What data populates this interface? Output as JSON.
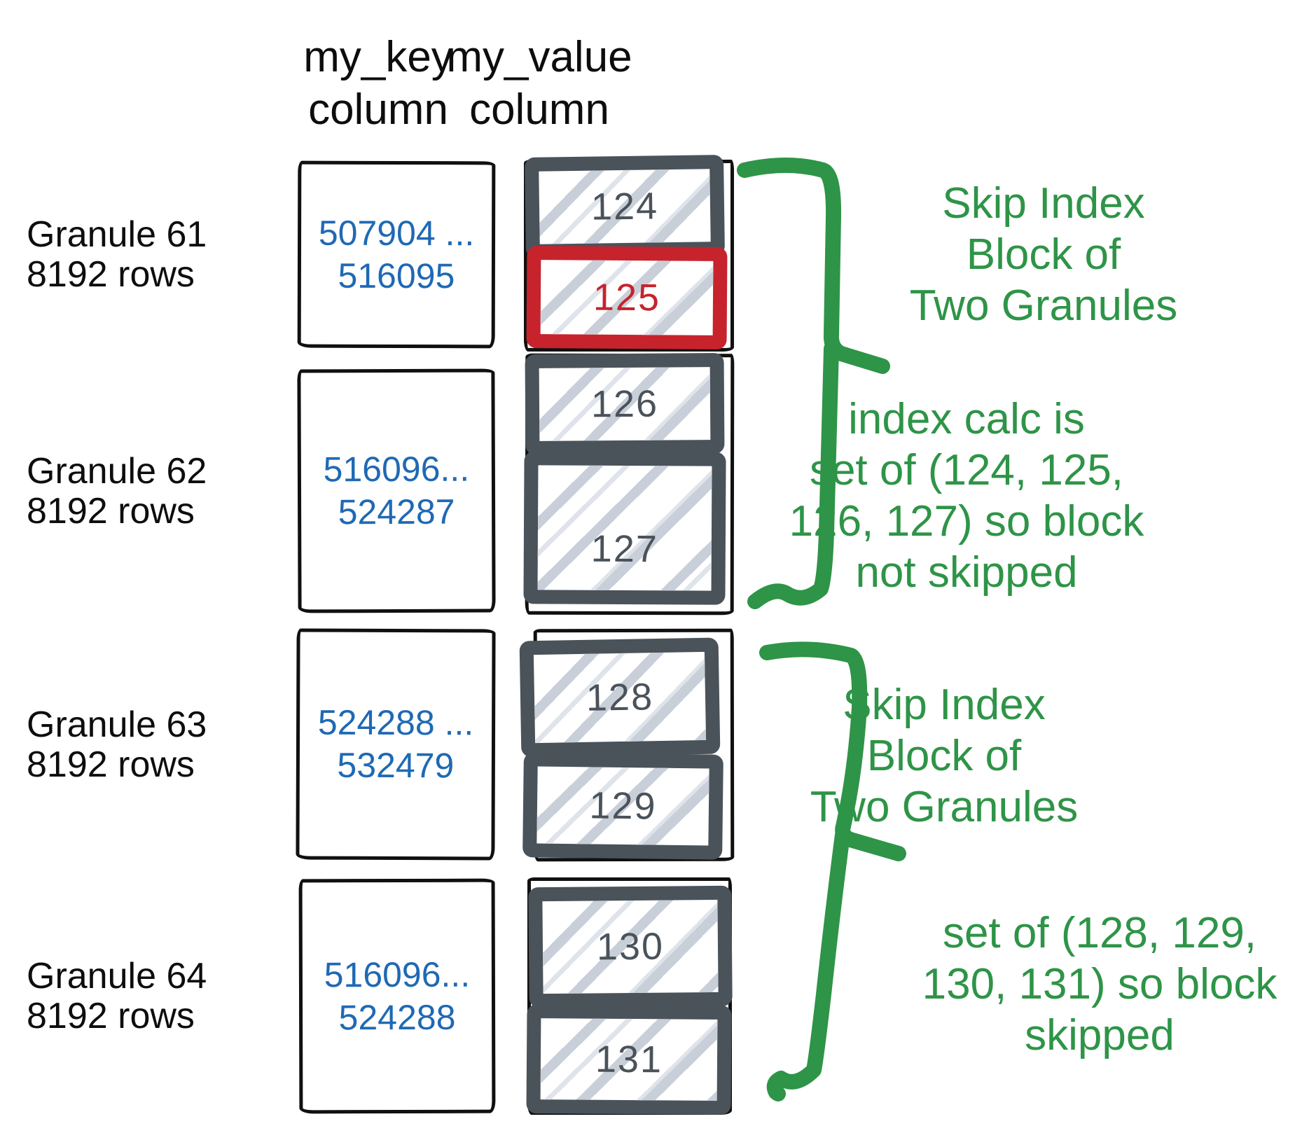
{
  "colors": {
    "green": "#2e9447",
    "blue": "#1f69b4",
    "red": "#c7232c",
    "slate": "#4a525a",
    "hatch_gray": "#c9cfd9",
    "sketch_black": "#101010"
  },
  "headers": {
    "key": {
      "line1": "my_key",
      "line2": "column"
    },
    "value": {
      "line1": "my_value",
      "line2": "column"
    }
  },
  "granules": [
    {
      "name": "Granule 61",
      "rows": "8192 rows",
      "key_range": {
        "from": "507904 ...",
        "to": "516095"
      },
      "blocks": [
        {
          "number": "124"
        },
        {
          "number": "125"
        }
      ]
    },
    {
      "name": "Granule 62",
      "rows": "8192 rows",
      "key_range": {
        "from": "516096...",
        "to": "524287"
      },
      "blocks": [
        {
          "number": "126"
        },
        {
          "number": "127"
        }
      ]
    },
    {
      "name": "Granule 63",
      "rows": "8192 rows",
      "key_range": {
        "from": "524288 ...",
        "to": "532479"
      },
      "blocks": [
        {
          "number": "128"
        },
        {
          "number": "129"
        }
      ]
    },
    {
      "name": "Granule 64",
      "rows": "8192 rows",
      "key_range": {
        "from": "516096...",
        "to": "524288"
      },
      "blocks": [
        {
          "number": "130"
        },
        {
          "number": "131"
        }
      ]
    }
  ],
  "annotations": [
    {
      "lines": [
        "Skip Index",
        "Block of",
        "Two Granules"
      ]
    },
    {
      "lines": [
        "index calc is",
        "set of (124, 125,",
        "126, 127) so block",
        "not skipped"
      ]
    },
    {
      "lines": [
        "Skip Index",
        "Block of",
        "Two Granules"
      ]
    },
    {
      "lines": [
        "set of (128, 129,",
        "130, 131) so block",
        "skipped"
      ]
    }
  ]
}
